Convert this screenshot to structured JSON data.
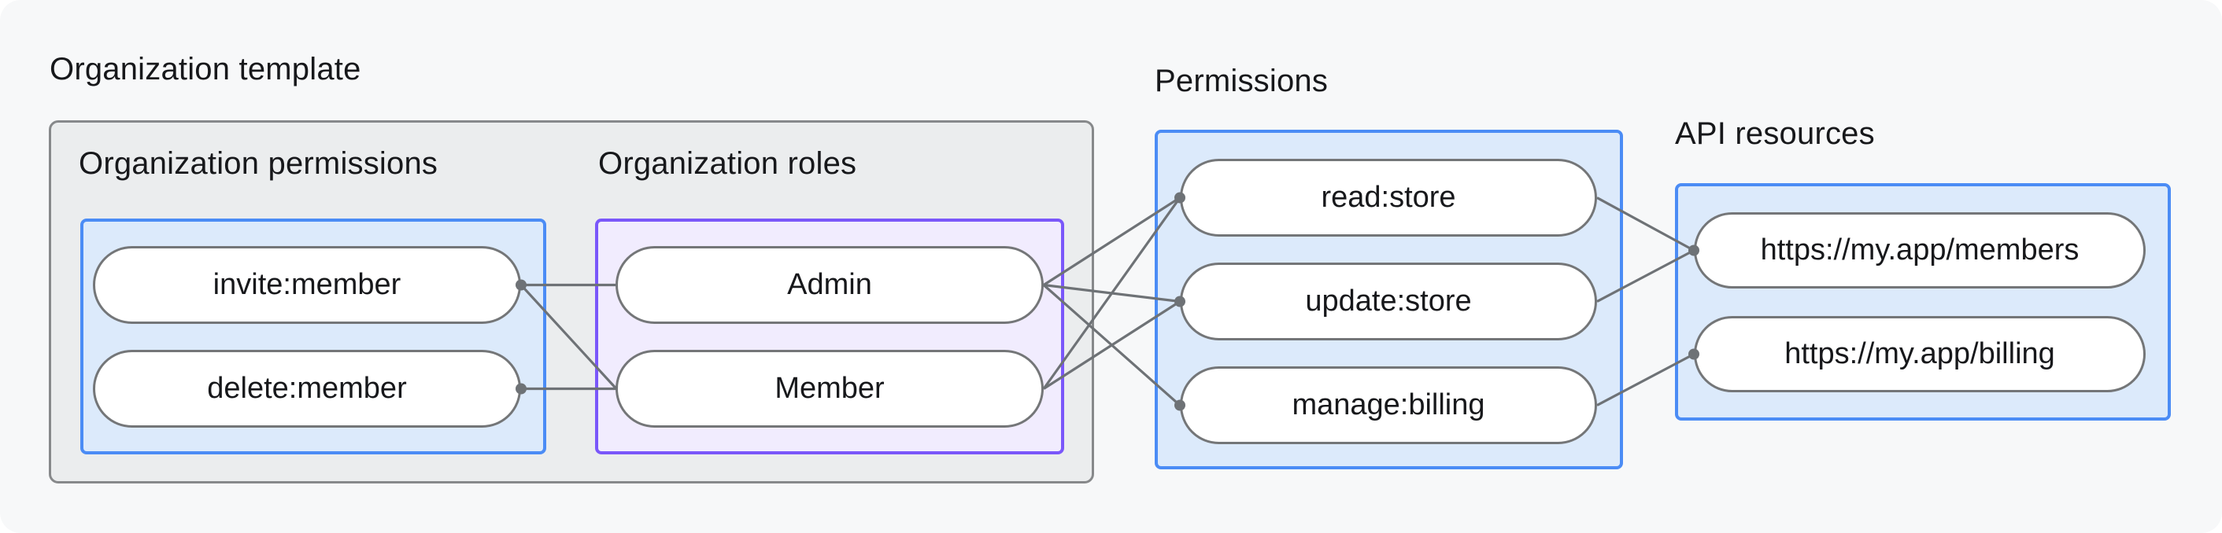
{
  "title": "Organization template",
  "sections": {
    "org_permissions": {
      "heading": "Organization permissions",
      "items": [
        "invite:member",
        "delete:member"
      ]
    },
    "org_roles": {
      "heading": "Organization roles",
      "items": [
        "Admin",
        "Member"
      ]
    },
    "permissions": {
      "heading": "Permissions",
      "items": [
        "read:store",
        "update:store",
        "manage:billing"
      ]
    },
    "api_resources": {
      "heading": "API resources",
      "items": [
        "https://my.app/members",
        "https://my.app/billing"
      ]
    }
  },
  "edges": [
    {
      "from": "invite:member",
      "to": "Admin"
    },
    {
      "from": "invite:member",
      "to": "Member"
    },
    {
      "from": "delete:member",
      "to": "Member"
    },
    {
      "from": "Admin",
      "to": "read:store"
    },
    {
      "from": "Admin",
      "to": "update:store"
    },
    {
      "from": "Admin",
      "to": "manage:billing"
    },
    {
      "from": "Member",
      "to": "read:store"
    },
    {
      "from": "Member",
      "to": "update:store"
    },
    {
      "from": "read:store",
      "to": "https://my.app/members"
    },
    {
      "from": "update:store",
      "to": "https://my.app/members"
    },
    {
      "from": "manage:billing",
      "to": "https://my.app/billing"
    }
  ],
  "colors": {
    "canvas-bg": "#F7F8F9",
    "gray-fill": "#EBEDEE",
    "gray-border": "#87898B",
    "blue-fill": "#DCEAFB",
    "blue-border": "#4B8CF5",
    "purple-fill": "#F1ECFE",
    "purple-border": "#7A57FA",
    "pill-fill": "#FFFFFF",
    "pill-border": "#747678",
    "line-color": "#6E7276",
    "text-dark": "#17181B"
  }
}
